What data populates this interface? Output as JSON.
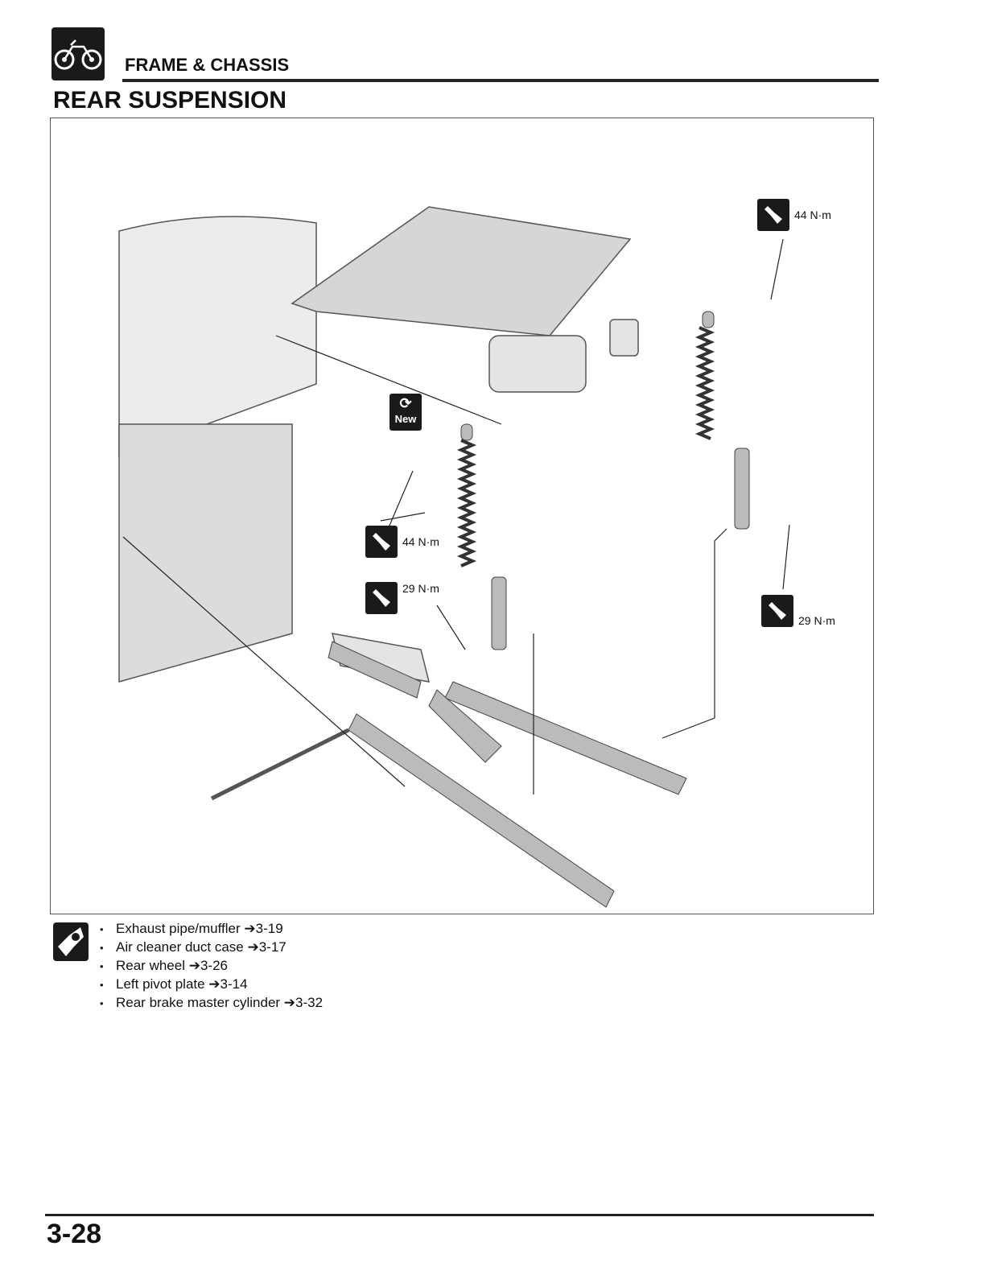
{
  "header": {
    "section_title": "FRAME & CHASSIS",
    "page_title": "REAR SUSPENSION"
  },
  "figure": {
    "callouts": [
      {
        "type": "torque",
        "value": "44 N·m"
      },
      {
        "type": "replace",
        "value": "New"
      },
      {
        "type": "torque",
        "value": "44 N·m"
      },
      {
        "type": "torque",
        "value": "29 N·m"
      },
      {
        "type": "torque",
        "value": "29 N·m"
      }
    ]
  },
  "prerequisites": [
    "Exhaust pipe/muffler ➔3-19",
    "Air cleaner duct case ➔3-17",
    "Rear wheel ➔3-26",
    "Left pivot plate ➔3-14",
    "Rear brake master cylinder ➔3-32"
  ],
  "footer": {
    "page_number": "3-28"
  }
}
